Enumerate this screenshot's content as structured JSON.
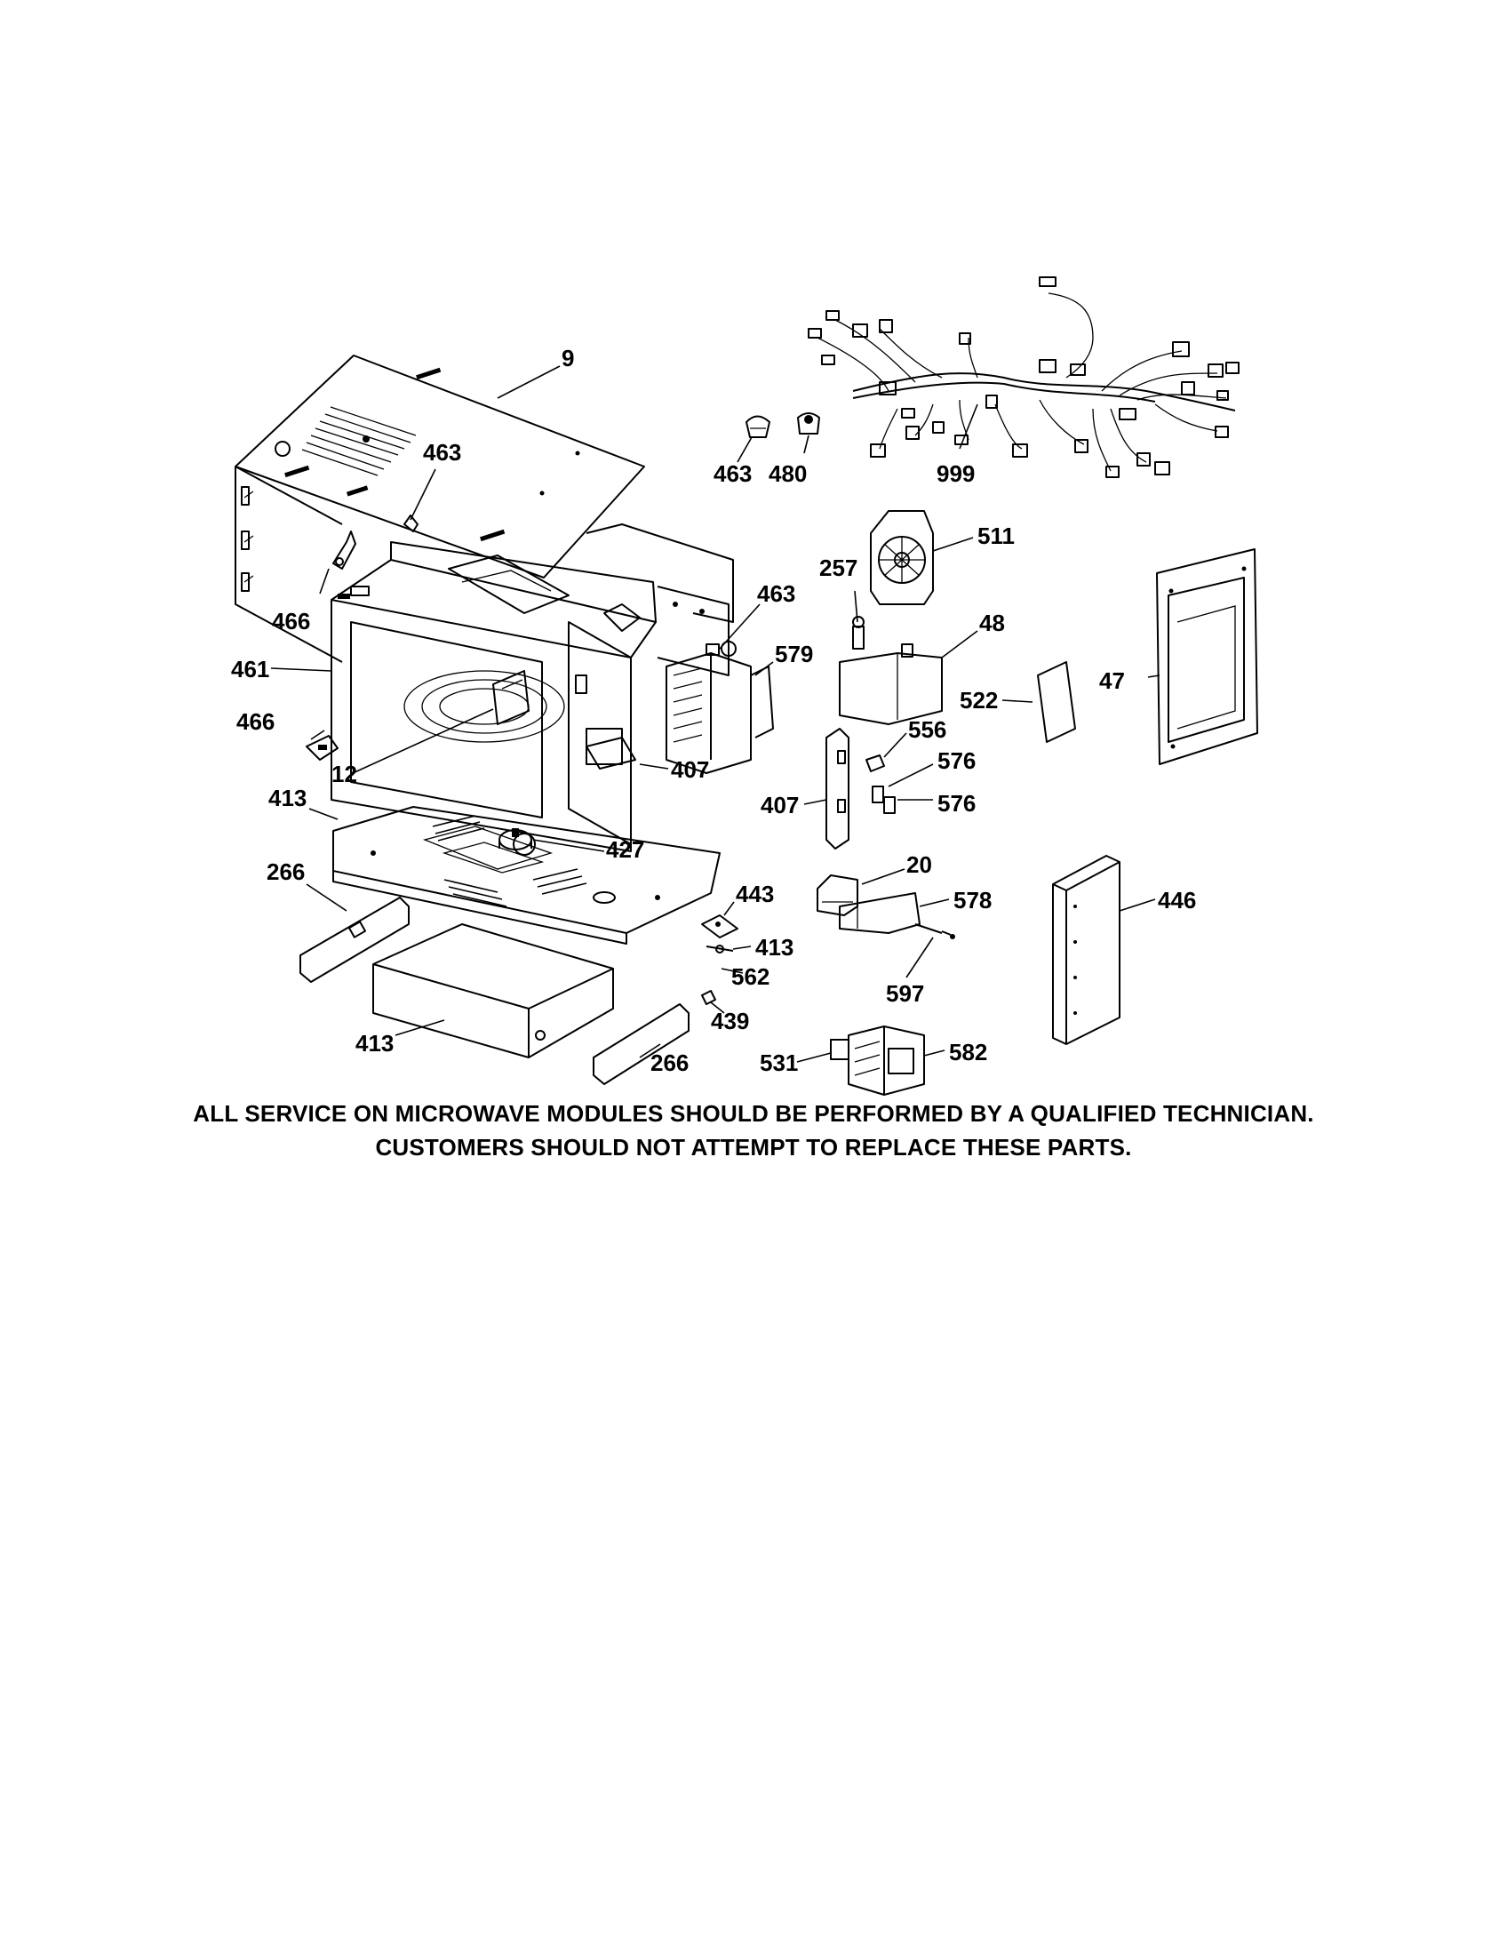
{
  "diagram": {
    "callouts": {
      "c9": "9",
      "c463a": "463",
      "c463b": "463",
      "c480": "480",
      "c999": "999",
      "c466a": "466",
      "c461": "461",
      "c466b": "466",
      "c12": "12",
      "c413a": "413",
      "c266a": "266",
      "c413b": "413",
      "c266b": "266",
      "c427": "427",
      "c407a": "407",
      "c463c": "463",
      "c579": "579",
      "c511": "511",
      "c257": "257",
      "c48": "48",
      "c522": "522",
      "c47": "47",
      "c556": "556",
      "c576a": "576",
      "c576b": "576",
      "c407b": "407",
      "c20": "20",
      "c578": "578",
      "c597": "597",
      "c443": "443",
      "c413c": "413",
      "c562": "562",
      "c439": "439",
      "c531": "531",
      "c582": "582",
      "c446": "446"
    },
    "notice_line_1": "ALL SERVICE ON MICROWAVE MODULES SHOULD BE PERFORMED BY A QUALIFIED TECHNICIAN.",
    "notice_line_2": "CUSTOMERS SHOULD NOT ATTEMPT TO REPLACE THESE PARTS."
  }
}
